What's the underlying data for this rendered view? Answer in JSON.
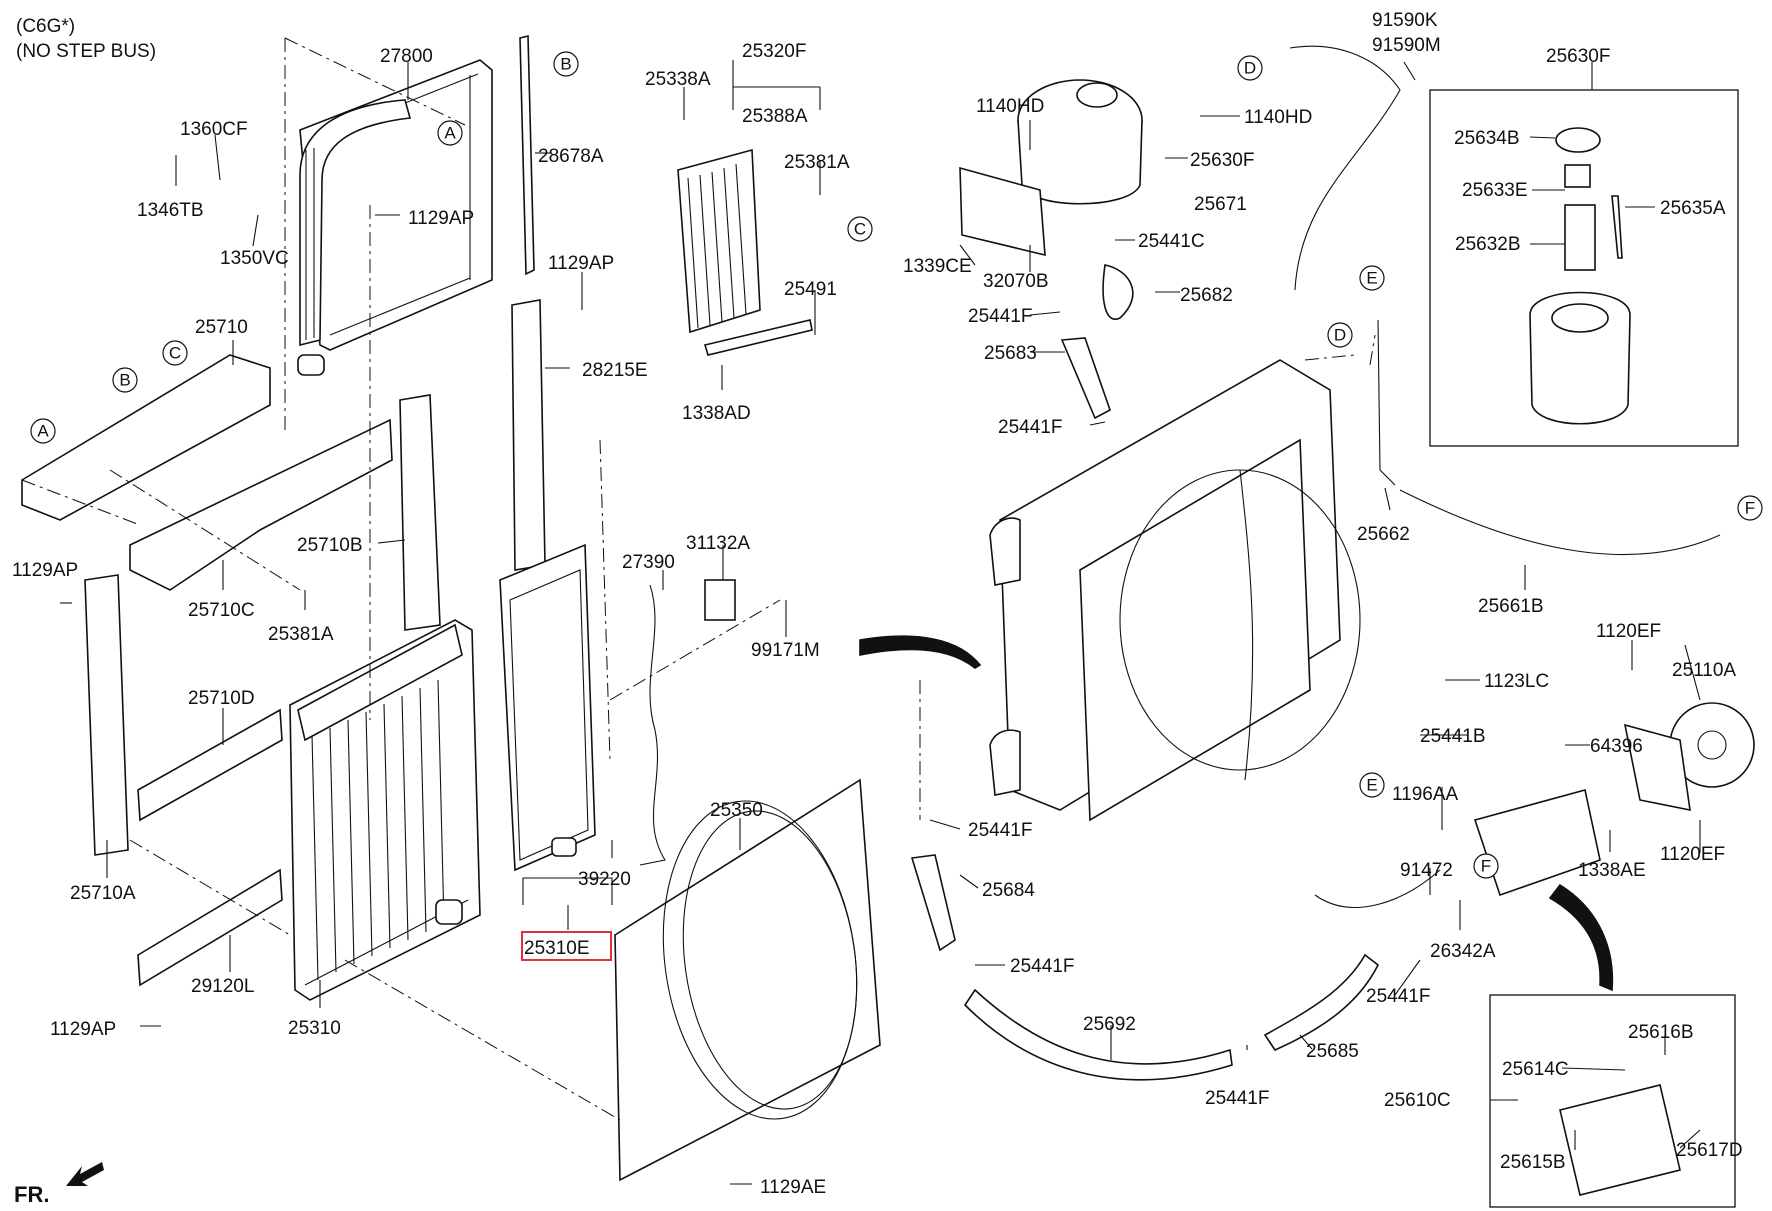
{
  "header": {
    "line1": "(C6G*)",
    "line2": "(NO STEP BUS)"
  },
  "front_marker": "FR.",
  "highlighted_part": "25310E",
  "highlight_color": "#e0303a",
  "refs": [
    "A",
    "B",
    "C",
    "D",
    "E",
    "F"
  ],
  "labels": [
    "27800",
    "1360CF",
    "1346TB",
    "1129AP",
    "1350VC",
    "28678A",
    "25338A",
    "25320F",
    "25388A",
    "25381A",
    "1129AP",
    "28215E",
    "25491",
    "1338AD",
    "25710",
    "25710B",
    "25710C",
    "25381A",
    "1129AP",
    "27390",
    "31132A",
    "99171M",
    "25710D",
    "25710A",
    "29120L",
    "1129AP",
    "25310",
    "39220",
    "25310E",
    "25350",
    "1129AE",
    "91590K",
    "91590M",
    "1140HD",
    "1140HD",
    "25630F",
    "1339CE",
    "32070B",
    "25441C",
    "25671",
    "25441F",
    "25682",
    "25683",
    "25441F",
    "25630F",
    "25634B",
    "25633E",
    "25635A",
    "25632B",
    "25662",
    "25661B",
    "1120EF",
    "25110A",
    "1123LC",
    "25441B",
    "64396",
    "25441F",
    "1196AA",
    "1120EF",
    "91472",
    "1338AE",
    "25684",
    "25441F",
    "26342A",
    "25441F",
    "25692",
    "25685",
    "25441F",
    "25616B",
    "25614C",
    "25610C",
    "25615B",
    "25617D"
  ]
}
